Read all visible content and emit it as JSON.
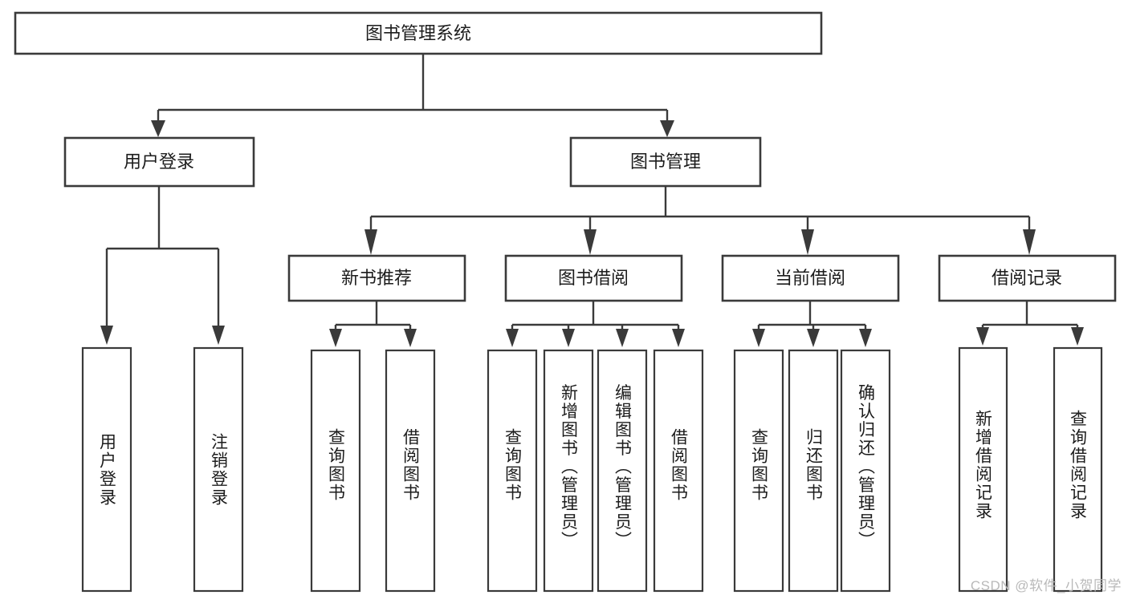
{
  "diagram": {
    "title": "图书管理系统",
    "type": "hierarchy-tree",
    "watermark": "CSDN @软件_小贺同学",
    "colors": {
      "box_fill": "#ffffff",
      "box_stroke": "#3a3a3a",
      "text": "#1c1c1c",
      "watermark": "#b9b9b9",
      "background": "#ffffff"
    },
    "levels": {
      "root": {
        "label": "图书管理系统",
        "orientation": "horizontal"
      },
      "level2": [
        {
          "label": "用户登录",
          "orientation": "horizontal"
        },
        {
          "label": "图书管理",
          "orientation": "horizontal"
        }
      ],
      "level3": [
        {
          "label": "新书推荐",
          "orientation": "horizontal"
        },
        {
          "label": "图书借阅",
          "orientation": "horizontal"
        },
        {
          "label": "当前借阅",
          "orientation": "horizontal"
        },
        {
          "label": "借阅记录",
          "orientation": "horizontal"
        }
      ],
      "leaves": {
        "user_login": [
          {
            "label": "用户登录",
            "orientation": "vertical"
          },
          {
            "label": "注销登录",
            "orientation": "vertical"
          }
        ],
        "new_book_recommend": [
          {
            "label": "查询图书",
            "orientation": "vertical"
          },
          {
            "label": "借阅图书",
            "orientation": "vertical"
          }
        ],
        "book_borrow": [
          {
            "label": "查询图书",
            "orientation": "vertical"
          },
          {
            "label": "新增图书（管理员）",
            "orientation": "vertical"
          },
          {
            "label": "编辑图书（管理员）",
            "orientation": "vertical"
          },
          {
            "label": "借阅图书",
            "orientation": "vertical"
          }
        ],
        "current_borrow": [
          {
            "label": "查询图书",
            "orientation": "vertical"
          },
          {
            "label": "归还图书",
            "orientation": "vertical"
          },
          {
            "label": "确认归还（管理员）",
            "orientation": "vertical"
          }
        ],
        "borrow_record": [
          {
            "label": "新增借阅记录",
            "orientation": "vertical"
          },
          {
            "label": "查询借阅记录",
            "orientation": "vertical"
          }
        ]
      }
    }
  }
}
